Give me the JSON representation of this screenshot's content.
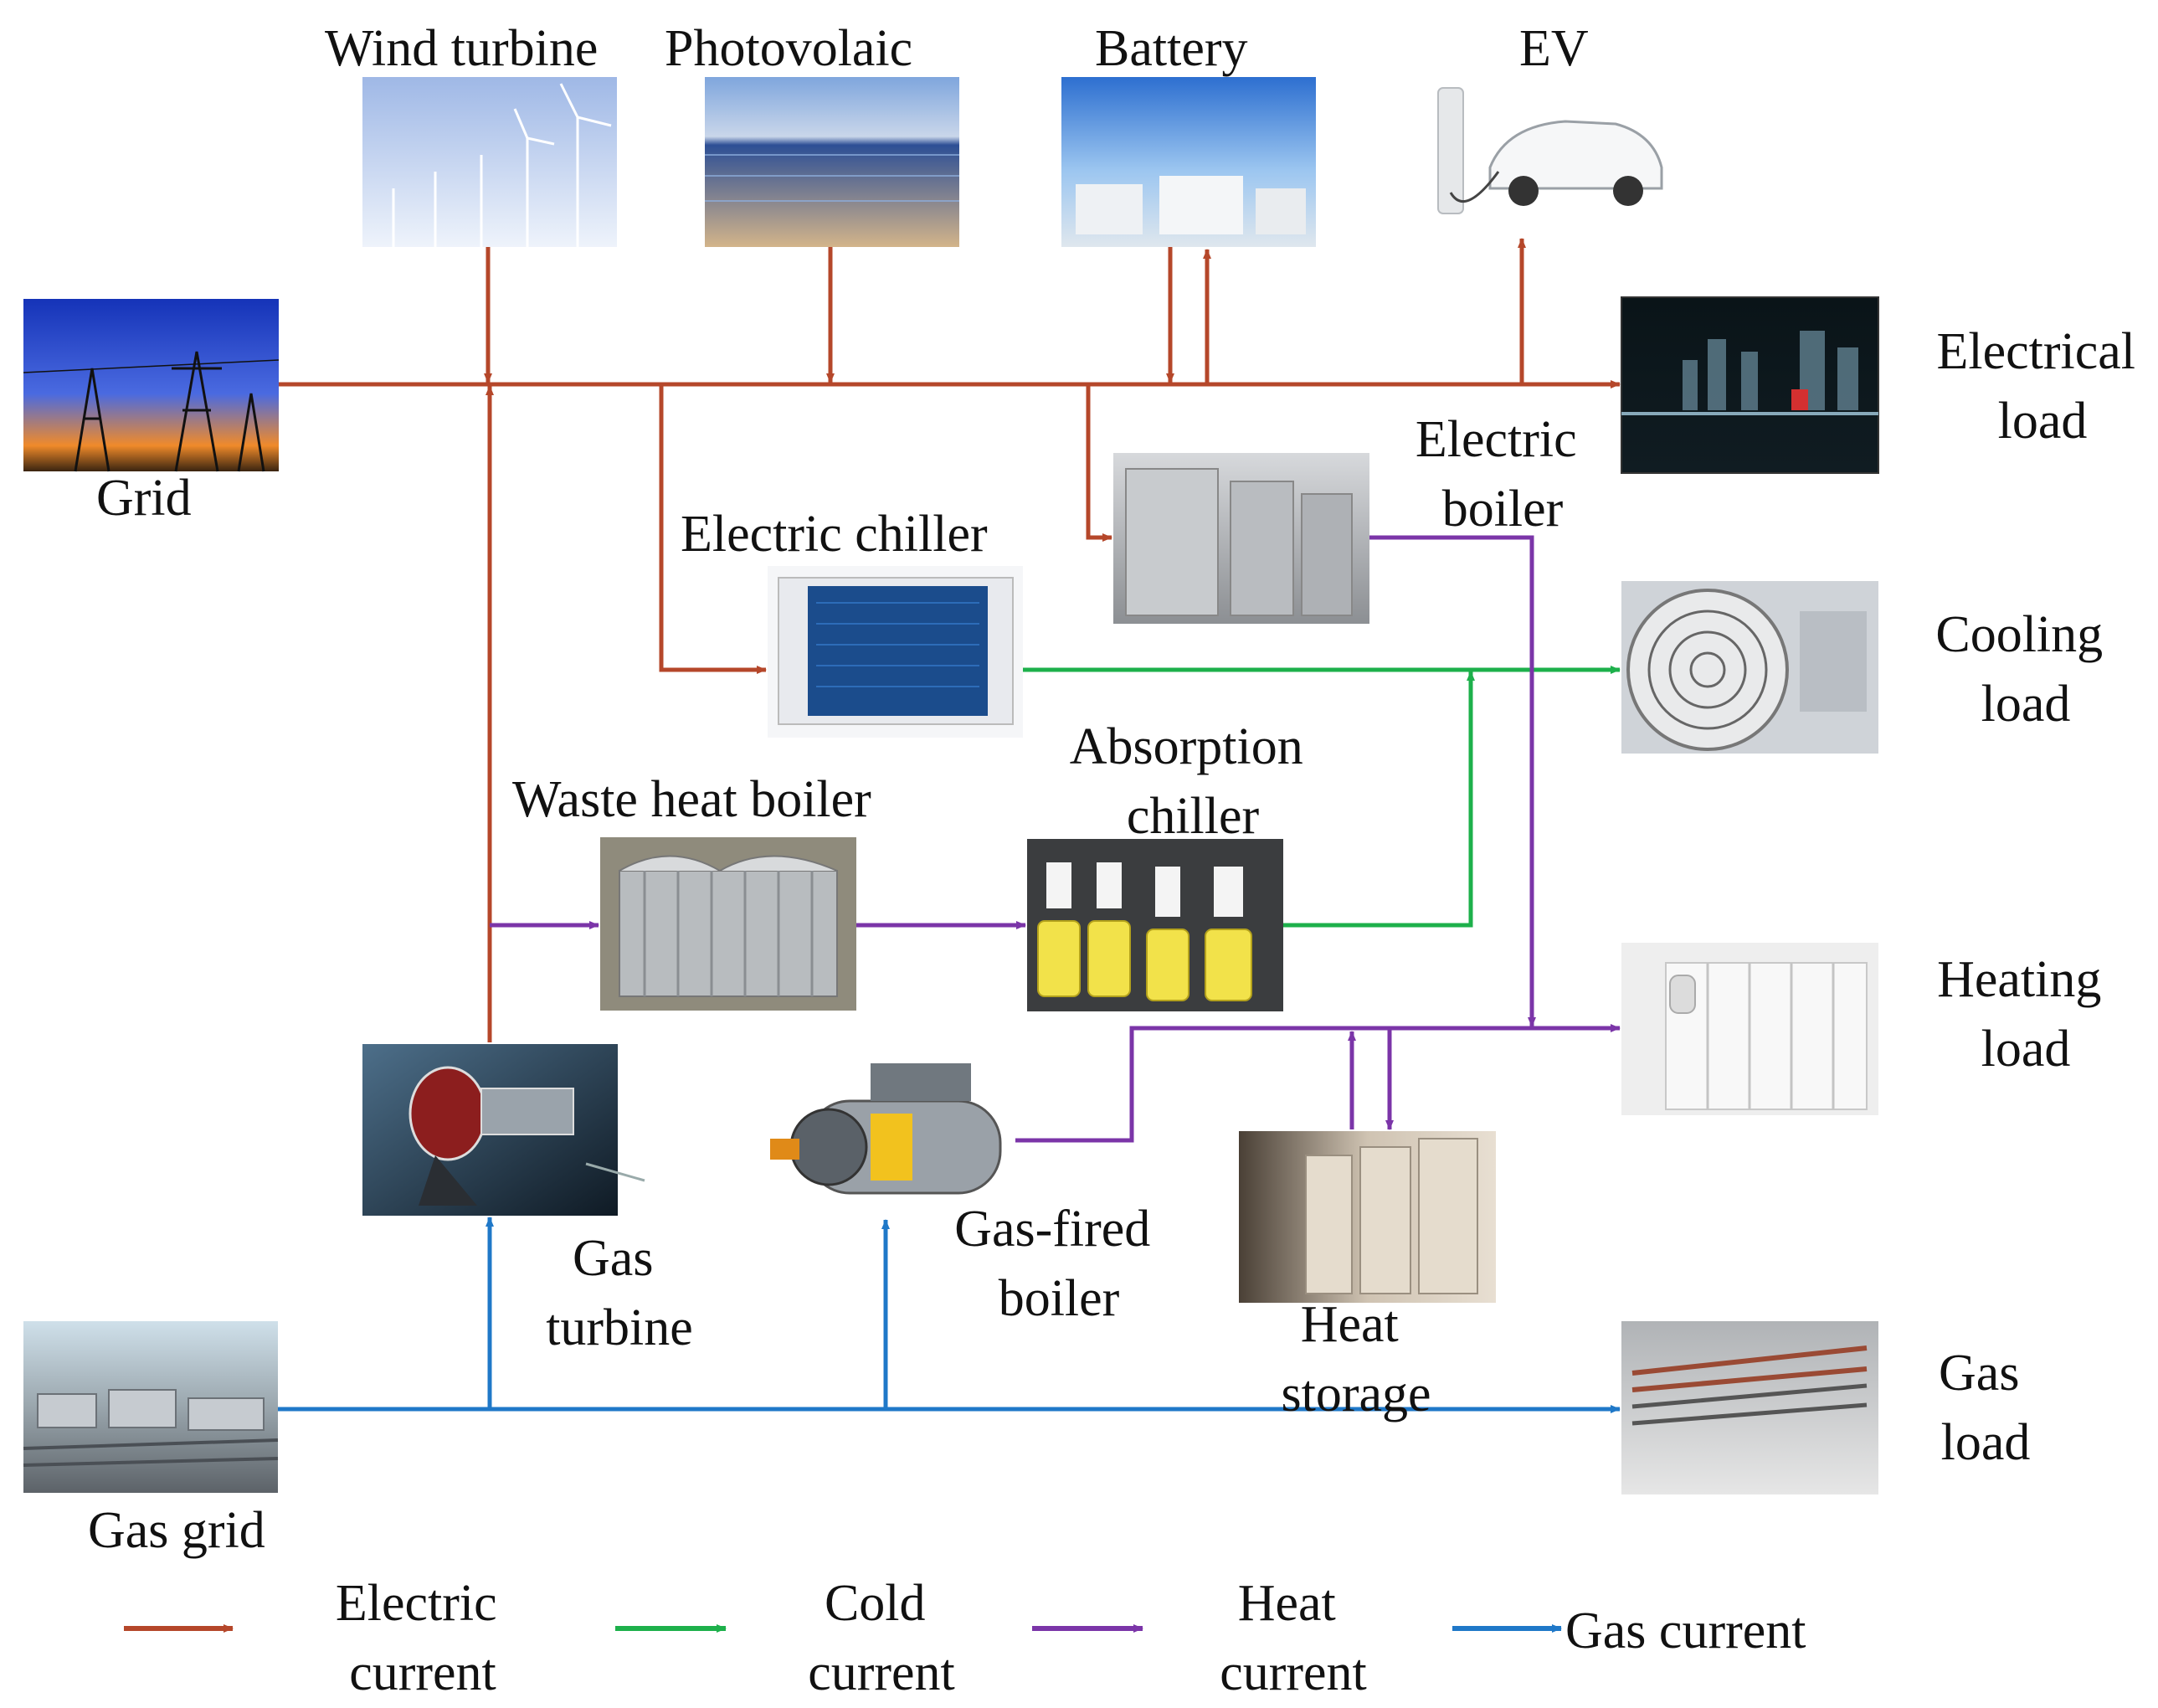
{
  "colors": {
    "electric": "#B5472A",
    "cold": "#1DB04B",
    "heat": "#7B35A8",
    "gas": "#1F78C8"
  },
  "labels": {
    "wind_turbine": "Wind turbine",
    "photovoltaic": "Photovolaic",
    "battery": "Battery",
    "ev": "EV",
    "grid": "Grid",
    "electrical_load_1": "Electrical",
    "electrical_load_2": "load",
    "electric_boiler_1": "Electric",
    "electric_boiler_2": "boiler",
    "electric_chiller": "Electric chiller",
    "cooling_load_1": "Cooling",
    "cooling_load_2": "load",
    "absorption_chiller_1": "Absorption",
    "absorption_chiller_2": "chiller",
    "waste_heat_boiler": "Waste heat boiler",
    "heating_load_1": "Heating",
    "heating_load_2": "load",
    "gas_turbine_1": "Gas",
    "gas_turbine_2": "turbine",
    "gas_fired_boiler_1": "Gas-fired",
    "gas_fired_boiler_2": "boiler",
    "heat_storage_1": "Heat",
    "heat_storage_2": "storage",
    "gas_load_1": "Gas",
    "gas_load_2": "load",
    "gas_grid": "Gas grid"
  },
  "legend": {
    "electric_1": "Electric",
    "electric_2": "current",
    "cold_1": "Cold",
    "cold_2": "current",
    "heat_1": "Heat",
    "heat_2": "current",
    "gas": "Gas current"
  }
}
